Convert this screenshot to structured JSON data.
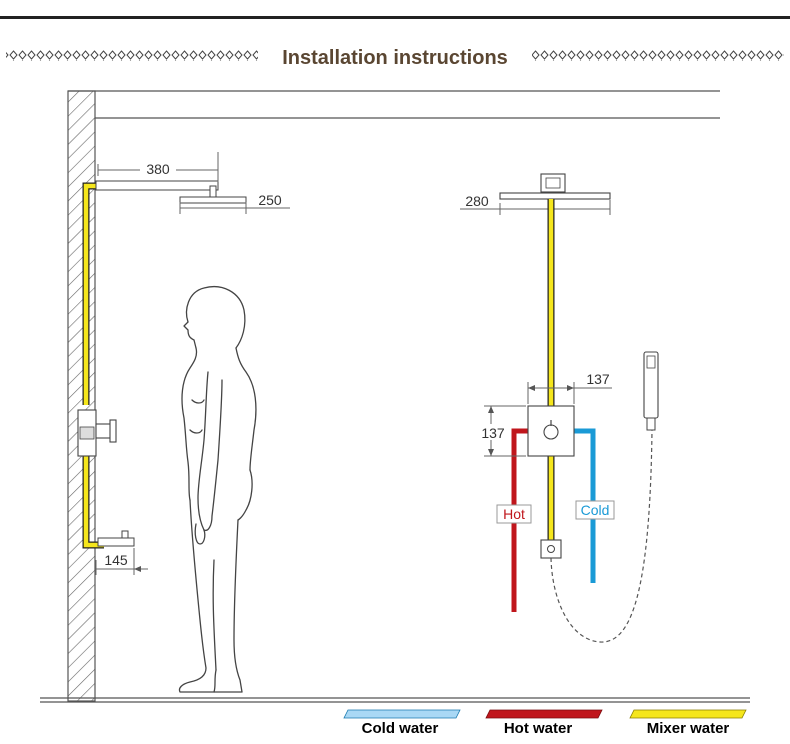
{
  "title": "Installation instructions",
  "dimensions": {
    "arm_length": "380",
    "head_diameter_side": "250",
    "head_diameter_front": "280",
    "valve_to_spout": "145",
    "valve_width": "137",
    "valve_height": "137"
  },
  "labels": {
    "hot": "Hot",
    "cold": "Cold"
  },
  "legend": {
    "cold": "Cold water",
    "hot": "Hot water",
    "mixer": "Mixer water"
  },
  "colors": {
    "title": "#5a4632",
    "cold": "#1a9ad6",
    "hot": "#c0161c",
    "mixer": "#f5e61c",
    "cold_legend": "#a9d8f5",
    "hot_legend": "#c0161c",
    "mixer_legend": "#f5e61c"
  }
}
